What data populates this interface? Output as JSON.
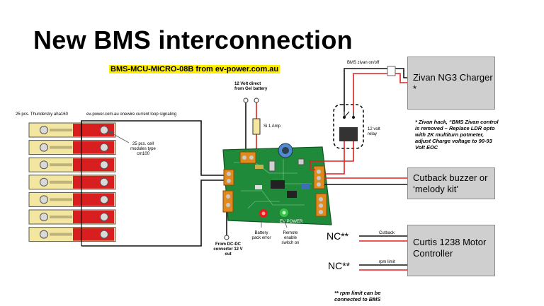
{
  "title": "New BMS interconnection",
  "subtitle": "BMS-MCU-MICRO-08B from ev-power.com.au",
  "labels": {
    "cells": "25 pcs. Thundersky aha160",
    "onewire": "ev-power.com.au onewire current loop signaling",
    "cell_modules": "25 pcs. cell modules type cm100",
    "gel_battery": "12 Volt direct from Gel battery",
    "fuse": "Si 1 Amp",
    "bms_zivan": "BMS zivan on/off",
    "relay": "12 volt relay",
    "dcdc": "From DC-DC converter 12 V out",
    "battery_error": "Battery pack error",
    "remote_switch": "Remote enable switch on",
    "cutback_wire": "Cutback",
    "rpm_wire": "rpm limit",
    "nc1": "NC**",
    "nc2": "NC**",
    "board_text": "EV POWER"
  },
  "boxes": {
    "zivan": "Zivan NG3 Charger *",
    "cutback": "Cutback buzzer or ‘melody kit’",
    "curtis": "Curtis 1238 Motor Controller"
  },
  "notes": {
    "zivan_note": "* Zivan hack, “BMS Zivan control is removed – Replace LDR opto with 2K multiturn potmeter, adjust Charge voltage to 90-93 Volt EOC",
    "rpm_note": "** rpm limit can be connected to BMS"
  },
  "colors": {
    "cell_red": "#d81e1e",
    "cell_yellow": "#f2e6a0",
    "pcb_green": "#1f8a3a",
    "terminal_orange": "#e08a1e",
    "wire_red": "#e02020",
    "wire_black": "#111111",
    "box_grey": "#cfcfcf"
  }
}
